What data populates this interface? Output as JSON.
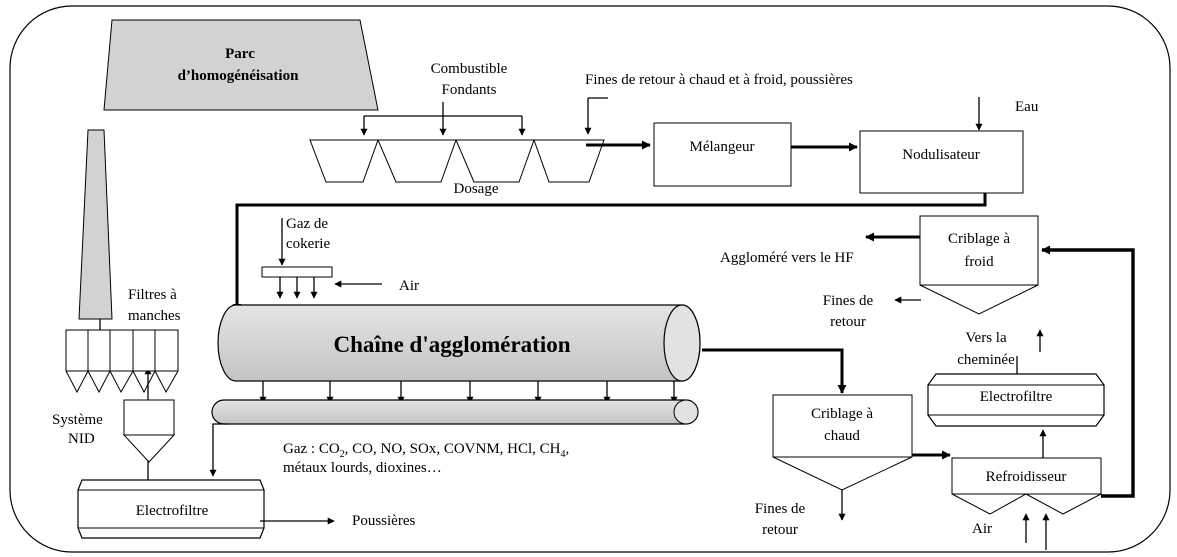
{
  "diagram": {
    "park_label_line1": "Parc",
    "park_label_line2": "d’homogénéisation",
    "fuel_label_line1": "Combustible",
    "fuel_label_line2": "Fondants",
    "fines_return_label": "Fines de retour à chaud et à froid, poussières",
    "water_label": "Eau",
    "mixer_label": "Mélangeur",
    "nodulizer_label": "Nodulisateur",
    "dosing_label": "Dosage",
    "coke_gas_line1": "Gaz de",
    "coke_gas_line2": "cokerie",
    "air_top_label": "Air",
    "filters_line1": "Filtres à",
    "filters_line2": "manches",
    "chain_label": "Chaîne d'agglomération",
    "nid_line1": "Système",
    "nid_line2": "NID",
    "gas_line1_prefix": "Gaz : CO",
    "gas_line1_sub1": "2",
    "gas_line1_middle": ", CO, NO, SOx, COVNM, HCl, CH",
    "gas_line1_sub2": "4",
    "gas_line1_suffix": ",",
    "gas_line2": "métaux lourds, dioxines…",
    "esp_left_label": "Electrofiltre",
    "dust_label": "Poussières",
    "hot_screen_line1": "Criblage à",
    "hot_screen_line2": "chaud",
    "fines_bottom_line1": "Fines de",
    "fines_bottom_line2": "retour",
    "cooler_label": "Refroidisseur",
    "air_bottom_label": "Air",
    "esp_right_label": "Electrofiltre",
    "stack_line1": "Vers la",
    "stack_line2": "cheminée",
    "cold_screen_line1": "Criblage à",
    "cold_screen_line2": "froid",
    "sinter_label": "Aggloméré vers le HF",
    "fines_right_line1": "Fines de",
    "fines_right_line2": "retour"
  }
}
